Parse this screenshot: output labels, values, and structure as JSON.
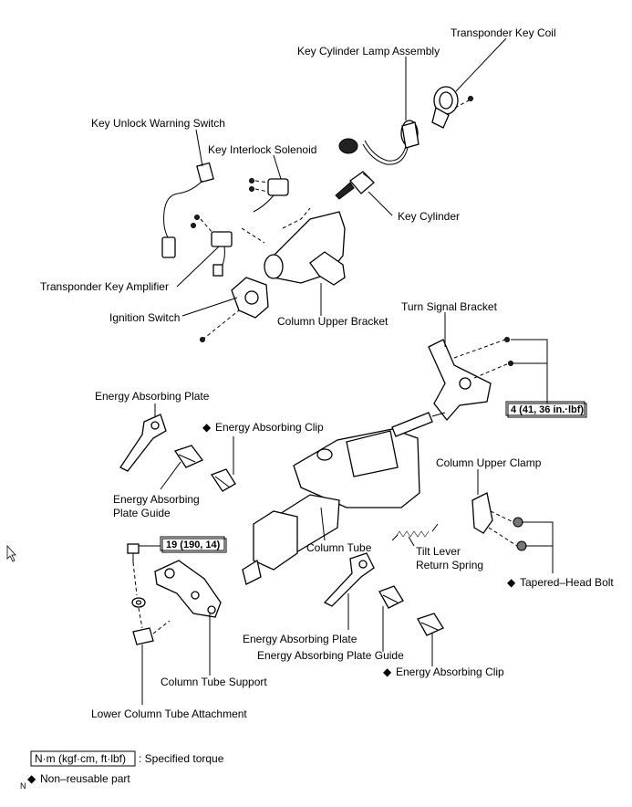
{
  "labels": {
    "transponder_key_coil": "Transponder Key Coil",
    "key_cylinder_lamp_assembly": "Key Cylinder Lamp Assembly",
    "key_unlock_warning_switch": "Key Unlock Warning Switch",
    "key_interlock_solenoid": "Key Interlock Solenoid",
    "key_cylinder": "Key Cylinder",
    "transponder_key_amplifier": "Transponder Key Amplifier",
    "ignition_switch": "Ignition Switch",
    "column_upper_bracket": "Column Upper Bracket",
    "turn_signal_bracket": "Turn Signal Bracket",
    "energy_absorbing_plate_top": "Energy Absorbing Plate",
    "energy_absorbing_clip_top": "Energy Absorbing Clip",
    "energy_absorbing_plate_guide_top_line1": "Energy Absorbing",
    "energy_absorbing_plate_guide_top_line2": "Plate Guide",
    "column_upper_clamp": "Column Upper Clamp",
    "column_tube": "Column Tube",
    "tilt_lever_return_spring_line1": "Tilt Lever",
    "tilt_lever_return_spring_line2": "Return Spring",
    "tapered_head_bolt": "Tapered–Head Bolt",
    "energy_absorbing_plate_bottom": "Energy Absorbing Plate",
    "energy_absorbing_plate_guide_bottom": "Energy Absorbing Plate Guide",
    "energy_absorbing_clip_bottom": "Energy Absorbing Clip",
    "column_tube_support": "Column Tube Support",
    "lower_column_tube_attachment": "Lower Column Tube Attachment"
  },
  "torque_specs": {
    "turn_signal_bracket_bolts": "4 (41, 36 in.·lbf)",
    "column_tube_support_bolt": "19 (190, 14)"
  },
  "legend": {
    "torque_unit_box": "N·m (kgf·cm, ft·lbf)",
    "torque_unit_desc": ": Specified torque",
    "non_reusable_marker": "◆",
    "non_reusable_desc": "Non–reusable part",
    "corner_mark": "N"
  }
}
